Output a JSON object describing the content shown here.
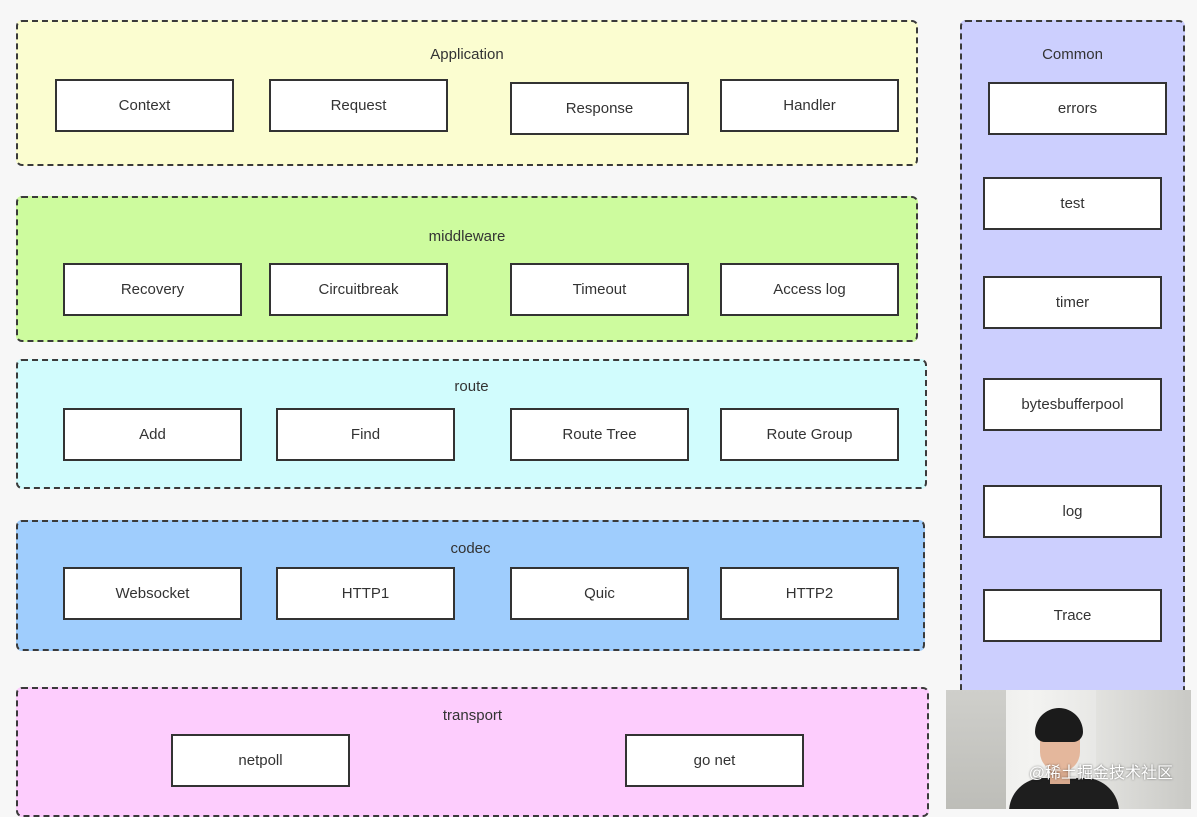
{
  "layers": {
    "application": {
      "title": "Application",
      "items": [
        "Context",
        "Request",
        "Response",
        "Handler"
      ]
    },
    "middleware": {
      "title": "middleware",
      "items": [
        "Recovery",
        "Circuitbreak",
        "Timeout",
        "Access log"
      ]
    },
    "route": {
      "title": "route",
      "items": [
        "Add",
        "Find",
        "Route Tree",
        "Route Group"
      ]
    },
    "codec": {
      "title": "codec",
      "items": [
        "Websocket",
        "HTTP1",
        "Quic",
        "HTTP2"
      ]
    },
    "transport": {
      "title": "transport",
      "items": [
        "netpoll",
        "go net"
      ]
    }
  },
  "common": {
    "title": "Common",
    "items": [
      "errors",
      "test",
      "timer",
      "bytesbufferpool",
      "log",
      "Trace"
    ]
  },
  "colors": {
    "application": "#fbfdd0",
    "middleware": "#cdfb9e",
    "route": "#d1fcfd",
    "codec": "#9fcdfd",
    "transport": "#fdcdfd",
    "common": "#cccffe"
  },
  "watermark": "@稀土掘金技术社区"
}
